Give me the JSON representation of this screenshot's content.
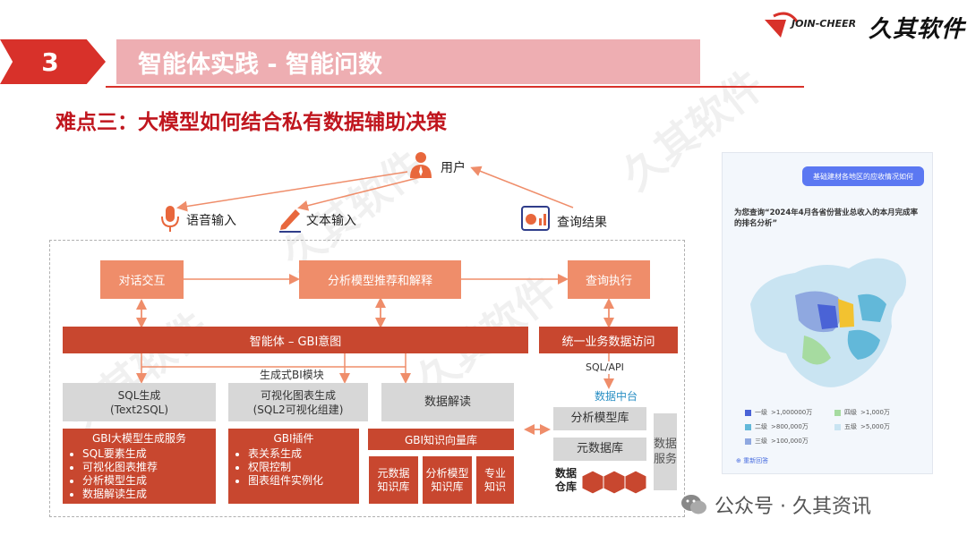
{
  "header": {
    "section_number": "3",
    "section_title": "智能体实践 - 智能问数",
    "subtitle": "难点三：大模型如何结合私有数据辅助决策",
    "logo_text": "JOIN-CHEER",
    "logo_cn": "久其软件",
    "accent_color": "#d8312a"
  },
  "diagram": {
    "user": "用户",
    "voice_input": "语音输入",
    "text_input": "文本输入",
    "query_result": "查询结果",
    "dialog": "对话交互",
    "recommend": "分析模型推荐和解释",
    "execute": "查询执行",
    "agent_bar": "智能体 – GBI意图",
    "unified_access": "统一业务数据访问",
    "gen_bi_label": "生成式BI模块",
    "sql_api": "SQL/API",
    "data_platform": "数据中台",
    "sql_gen_line1": "SQL生成",
    "sql_gen_line2": "(Text2SQL)",
    "viz_gen_line1": "可视化图表生成",
    "viz_gen_line2": "(SQL2可视化组建)",
    "data_interp": "数据解读",
    "model_lib": "分析模型库",
    "meta_lib": "元数据库",
    "warehouse": "数据仓库",
    "data_service": "数据服务",
    "gbi_llm": {
      "title": "GBI大模型生成服务",
      "items": [
        "SQL要素生成",
        "可视化图表推荐",
        "分析模型生成",
        "数据解读生成"
      ]
    },
    "gbi_plugin": {
      "title": "GBI插件",
      "items": [
        "表关系生成",
        "权限控制",
        "图表组件实例化"
      ]
    },
    "vector_lib": "GBI知识向量库",
    "kb1": [
      "元数据",
      "知识库"
    ],
    "kb2": [
      "分析模型",
      "知识库"
    ],
    "kb3": [
      "专业",
      "知识"
    ]
  },
  "screenshot": {
    "bubble": "基础建材各地区的应收情况如何",
    "question": "为您查询“2024年4月各省份营业总收入的本月完成率的排名分析”",
    "legend": [
      {
        "label": "一级",
        "value": ">1,000000万",
        "color": "#4a63d6"
      },
      {
        "label": "四级",
        "value": ">1,000万",
        "color": "#a6dba0"
      },
      {
        "label": "二级",
        "value": ">800,000万",
        "color": "#62b8d9"
      },
      {
        "label": "五级",
        "value": ">5,000万",
        "color": "#c9e4f2"
      },
      {
        "label": "三级",
        "value": ">100,000万",
        "color": "#8fa8e0"
      }
    ],
    "restart": "重新回答"
  },
  "footer": {
    "wechat": "公众号 · 久其资讯"
  },
  "watermark": "久其软件"
}
